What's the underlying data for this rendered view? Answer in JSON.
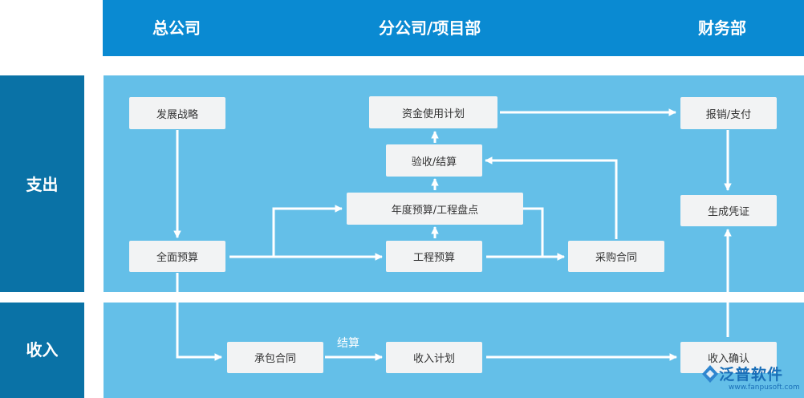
{
  "header": {
    "col1": "总公司",
    "col2": "分公司/项目部",
    "col3": "财务部"
  },
  "rows": {
    "expense": "支出",
    "income": "收入"
  },
  "nodes": {
    "strategy": "发展战略",
    "full_budget": "全面预算",
    "fund_plan": "资金使用计划",
    "acceptance": "验收/结算",
    "annual_budget": "年度预算/工程盘点",
    "project_budget": "工程预算",
    "purchase_contract": "采购合同",
    "reimburse": "报销/支付",
    "voucher": "生成凭证",
    "contract": "承包合同",
    "income_plan": "收入计划",
    "income_confirm": "收入确认"
  },
  "edge_labels": {
    "settlement": "结算"
  },
  "watermark": {
    "brand": "泛普软件",
    "url": "www.fanpusoft.com"
  },
  "colors": {
    "header_bg": "#0a8ad2",
    "side_bg": "#0a72a6",
    "panel_bg": "#64bfe8",
    "node_bg": "#f2f3f4",
    "arrow": "#ffffff"
  }
}
